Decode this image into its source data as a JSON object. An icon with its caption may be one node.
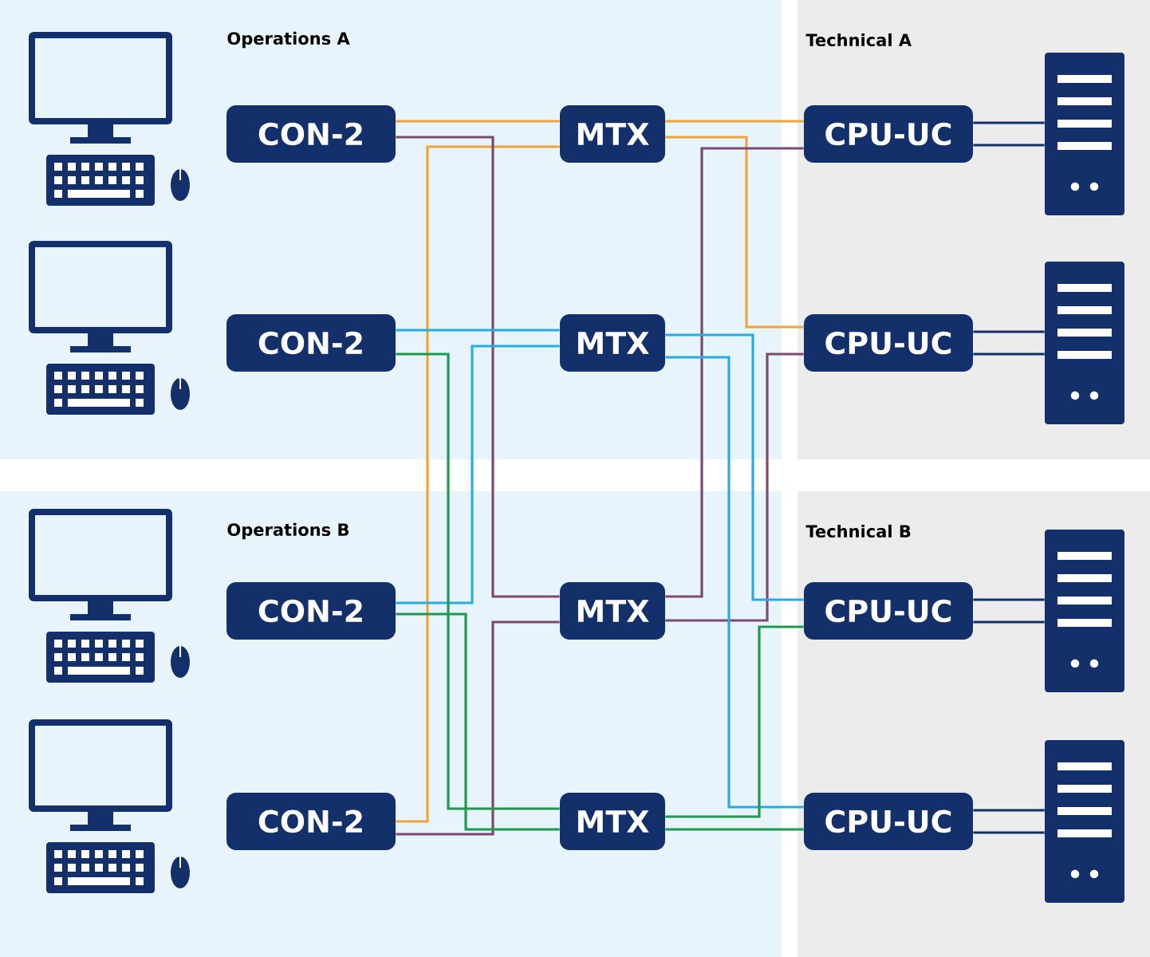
{
  "diagram": {
    "nodes": [
      {
        "text": [
          "Operations A"
        ]
      },
      {
        "text": [
          "CON-2"
        ],
        "in": 0
      },
      {
        "text": [
          "MTX"
        ],
        "in": 0
      },
      {
        "text": [
          "CON-2"
        ],
        "in": 0
      },
      {
        "text": [
          "MTX"
        ],
        "in": 0
      },
      {
        "text": [
          "Technical A"
        ]
      },
      {
        "text": [
          "CPU-UC"
        ],
        "in": 5
      },
      {
        "text": [],
        "shape": "picture",
        "in": 5
      },
      {
        "text": [
          "CPU-UC"
        ],
        "in": 5
      },
      {
        "text": [],
        "shape": "picture",
        "in": 5
      },
      {
        "text": [
          "Operations B"
        ]
      },
      {
        "text": [
          "CON-2"
        ],
        "in": 10
      },
      {
        "text": [
          "MTX"
        ],
        "in": 10
      },
      {
        "text": [
          "CON-2"
        ],
        "in": 10
      },
      {
        "text": [
          "MTX"
        ],
        "in": 10
      },
      {
        "text": [
          "Technical B"
        ]
      },
      {
        "text": [
          "CPU-UC"
        ],
        "in": 15
      },
      {
        "text": [],
        "shape": "picture",
        "in": 15
      },
      {
        "text": [
          "CPU-UC"
        ],
        "in": 15
      },
      {
        "text": [],
        "shape": "picture",
        "in": 15
      }
    ],
    "edges": [
      {
        "from": 1,
        "to": 2,
        "arrow": "none",
        "color": "#f0a33a"
      },
      {
        "from": 13,
        "to": 2,
        "arrow": "none",
        "color": "#f0a33a"
      },
      {
        "from": 2,
        "to": 6,
        "arrow": "none",
        "color": "#f0a33a"
      },
      {
        "from": 2,
        "to": 8,
        "arrow": "none",
        "color": "#f0a33a"
      },
      {
        "from": 1,
        "to": 12,
        "arrow": "none",
        "color": "#7b4a72"
      },
      {
        "from": 13,
        "to": 12,
        "arrow": "none",
        "color": "#7b4a72"
      },
      {
        "from": 12,
        "to": 6,
        "arrow": "none",
        "color": "#7b4a72"
      },
      {
        "from": 12,
        "to": 8,
        "arrow": "none",
        "color": "#7b4a72"
      },
      {
        "from": 3,
        "to": 4,
        "arrow": "none",
        "color": "#29abe2"
      },
      {
        "from": 11,
        "to": 4,
        "arrow": "none",
        "color": "#29abe2"
      },
      {
        "from": 4,
        "to": 16,
        "arrow": "none",
        "color": "#29abe2"
      },
      {
        "from": 4,
        "to": 18,
        "arrow": "none",
        "color": "#29abe2"
      },
      {
        "from": 3,
        "to": 14,
        "arrow": "none",
        "color": "#1d9a4c"
      },
      {
        "from": 11,
        "to": 14,
        "arrow": "none",
        "color": "#1d9a4c"
      },
      {
        "from": 14,
        "to": 16,
        "arrow": "none",
        "color": "#1d9a4c"
      },
      {
        "from": 14,
        "to": 18,
        "arrow": "none",
        "color": "#1d9a4c"
      },
      {
        "from": 6,
        "to": 7,
        "arrow": "none"
      },
      {
        "from": 6,
        "to": 7,
        "arrow": "none"
      },
      {
        "from": 8,
        "to": 9,
        "arrow": "none"
      },
      {
        "from": 8,
        "to": 9,
        "arrow": "none"
      },
      {
        "from": 16,
        "to": 17,
        "arrow": "none"
      },
      {
        "from": 16,
        "to": 17,
        "arrow": "none"
      },
      {
        "from": 18,
        "to": 19,
        "arrow": "none"
      },
      {
        "from": 18,
        "to": 19,
        "arrow": "none"
      }
    ]
  }
}
